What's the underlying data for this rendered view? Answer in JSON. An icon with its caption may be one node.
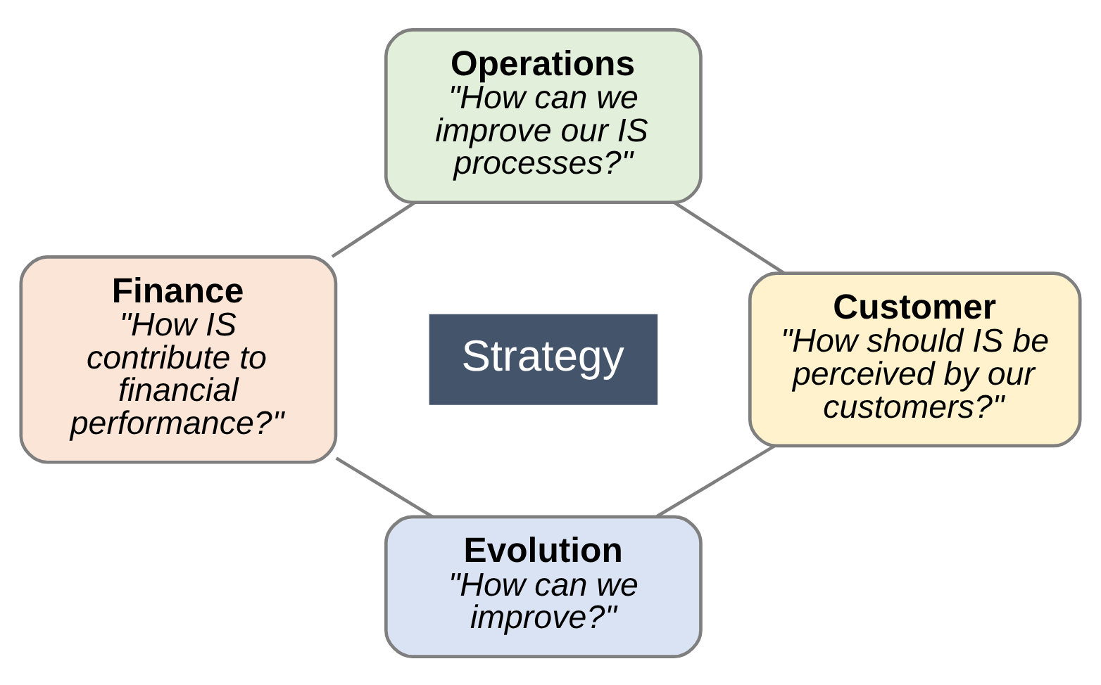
{
  "diagram": {
    "nodes": [
      {
        "text": [
          "Operations",
          "\"How can we improve our IS processes?\""
        ]
      },
      {
        "text": [
          "Finance",
          "\"How IS contribute to financial performance?\""
        ]
      },
      {
        "text": [
          "Customer",
          "\"How should IS be perceived by our customers?\""
        ]
      },
      {
        "text": [
          "Strategy"
        ]
      },
      {
        "text": [
          "Evolution",
          "\"How can we improve?\""
        ]
      }
    ],
    "edges": [
      {
        "from": 1,
        "to": 0,
        "arrow": "none"
      },
      {
        "from": 0,
        "to": 2,
        "arrow": "none"
      },
      {
        "from": 2,
        "to": 4,
        "arrow": "none"
      },
      {
        "from": 4,
        "to": 1,
        "arrow": "none"
      }
    ]
  }
}
